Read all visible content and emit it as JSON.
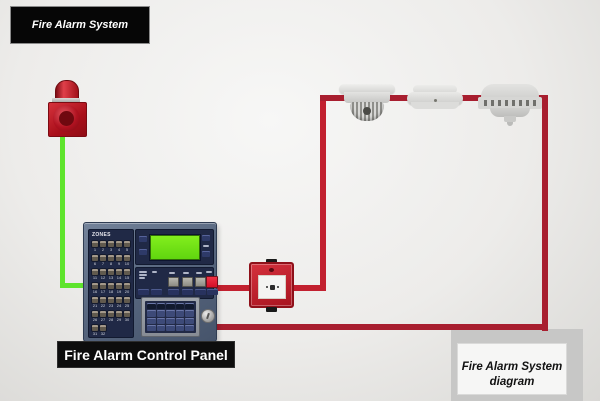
{
  "title_box": {
    "label": "Fire Alarm System"
  },
  "panel": {
    "caption": "Fire Alarm Control Panel",
    "zones_label": "ZONES",
    "zone_count": 32,
    "zones_per_row": 5,
    "keypad_rows": 4,
    "keypad_cols": 5
  },
  "corner_label": {
    "line1": "Fire Alarm System",
    "line2": "diagram"
  },
  "icons": {
    "sounder": "fire-alarm-sounder-beacon-icon",
    "call_point": "manual-call-point-icon",
    "detector_1": "smoke-detector-round-icon",
    "detector_2": "smoke-detector-flat-icon",
    "detector_3": "heat-detector-vented-icon"
  },
  "colors": {
    "wire_dark_red": "#a81e2f",
    "wire_bright_red": "#c2202f",
    "wire_green": "#5ee42c",
    "panel_section": "#202946",
    "lcd_green": "#74e216",
    "device_red": "#c6202c",
    "alarm_button_red": "#d30f27",
    "label_bg_black": "#0d0d0d"
  }
}
